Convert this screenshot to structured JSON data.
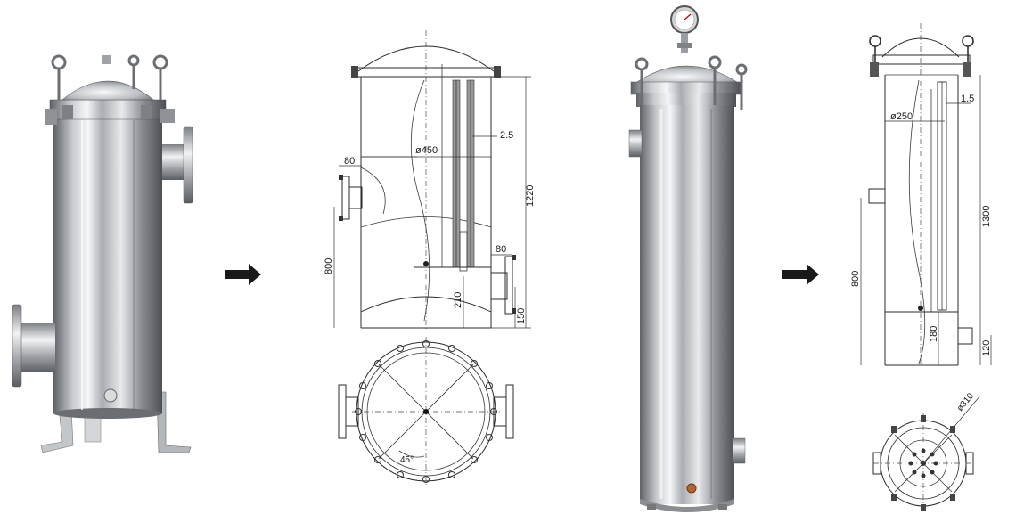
{
  "panels": [
    {
      "kind": "photo",
      "description_id": "housing-large"
    },
    {
      "kind": "drawing"
    },
    {
      "kind": "photo",
      "description_id": "housing-tall"
    },
    {
      "kind": "drawing"
    }
  ],
  "arrows": [
    "→",
    "→"
  ],
  "drawing_left": {
    "dims": {
      "wall": "2.5",
      "diameter": "ø450",
      "flange_top": "80",
      "height": "1220",
      "outlet_flange": "80",
      "inlet_height": "800",
      "bottom_mid": "210",
      "bottom_right": "150",
      "angle": "45°"
    }
  },
  "drawing_right": {
    "dims": {
      "wall": "1.5",
      "diameter": "ø250",
      "height": "1300",
      "inlet_height": "800",
      "bottom_mid": "180",
      "bottom_right": "120",
      "flange_dia": "ø310"
    }
  },
  "colors": {
    "steel_dark": "#6f7378",
    "steel_light": "#f2f3f4",
    "line": "#2b2b2b",
    "arrow": "#1a1a1a"
  }
}
